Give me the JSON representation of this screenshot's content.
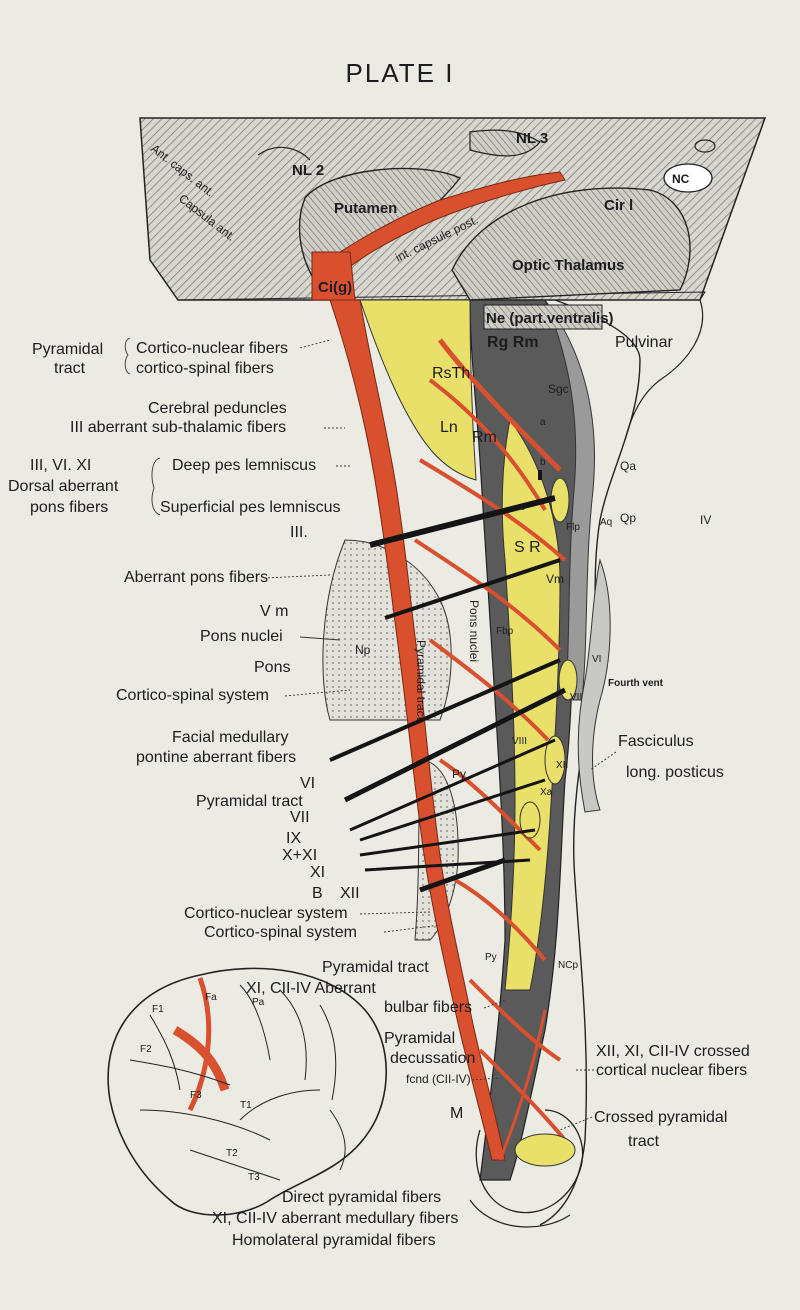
{
  "title": "PLATE I",
  "header_regions": {
    "nl3": "NL 3",
    "nl2": "NL 2",
    "nc": "NC",
    "putamen": "Putamen",
    "ant_capsule": "Ant. caps. ant.",
    "caps_ant": "Capsula ant.",
    "internal_capsule": "int. capsule post.",
    "cirl": "Cir l",
    "cig": "Ci(g)",
    "optic_thalamus": "Optic Thalamus",
    "pulvinar": "Pulvinar"
  },
  "left_labels": {
    "pyramidal_tract": "Pyramidal",
    "pyramidal_tract_2": "tract",
    "cortico_nuclear_fibers": "Cortico-nuclear fibers",
    "cortico_spinal_fibers": "cortico-spinal fibers",
    "cerebral_peduncles": "Cerebral peduncles",
    "aberrant_subthalamic": "III aberrant sub-thalamic fibers",
    "group_nums": "III, VI. XI",
    "dorsal_aberrant": "Dorsal aberrant",
    "pons_fibers": "pons fibers",
    "deep_pes": "Deep pes lemniscus",
    "superficial_pes": "Superficial pes lemniscus",
    "iii": "III.",
    "aberrant_pons": "Aberrant pons fibers",
    "vm": "V m",
    "pons_nuclei": "Pons nuclei",
    "pons": "Pons",
    "cortico_spinal_system": "Cortico-spinal system",
    "facial_medullary": "Facial medullary",
    "pontine_aberrant": "pontine aberrant fibers",
    "vi": "VI",
    "pyramidal_tract_mid": "Pyramidal tract",
    "vii": "VII",
    "ix": "IX",
    "xxi": "X+XI",
    "xi": "XI",
    "b": "B",
    "xii": "XII",
    "cortico_nuclear_system": "Cortico-nuclear system",
    "cortico_spinal_system_2": "Cortico-spinal system",
    "pyramidal_tract_low": "Pyramidal tract",
    "xi_aberrant": "XI, CII-IV Aberrant",
    "bulbar_fibers": "bulbar fibers",
    "pyramidal_decussation_1": "Pyramidal",
    "pyramidal_decussation_2": "decussation",
    "fcnd": "fcnd (CII-IV)",
    "m": "M",
    "direct_pyramidal": "Direct pyramidal fibers",
    "xi_medullary": "XI, CII-IV aberrant medullary fibers",
    "homolateral": "Homolateral pyramidal fibers"
  },
  "right_labels": {
    "qa": "Qa",
    "qp": "Qp",
    "iv": "IV",
    "fourth_vent": "Fourth vent",
    "fasciculus": "Fasciculus",
    "long_posticus": "long. posticus",
    "crossed_1": "XII, XI, CII-IV crossed",
    "crossed_2": "cortical nuclear fibers",
    "crossed_pyr_1": "Crossed pyramidal",
    "crossed_pyr_2": "tract"
  },
  "inner_labels": {
    "ne": "Ne (part.ventralis)",
    "rg_rm": "Rg Rm",
    "rsth": "RsTh",
    "sgc": "Sgc",
    "ln": "Ln",
    "rm": "Rm",
    "a": "a",
    "b_small": "b",
    "c": "c",
    "fip": "Flp",
    "sr": "S R",
    "aq": "Aq",
    "vm_small": "Vm",
    "np": "Np",
    "fp": "Fbp",
    "pyramidal_tract_vert": "Pyramidal tract",
    "pyramidal_nuclei_vert": "Pons nuclei",
    "py": "Py",
    "xa": "Xa",
    "xii_inner": "XII",
    "viii": "VIII",
    "vi_inner": "VI",
    "vii_inner": "VII",
    "nc_p": "NCp",
    "py2": "Py",
    "brain_f1": "F1",
    "brain_f2": "F2",
    "brain_f3": "F3",
    "brain_t1": "T1",
    "brain_t2": "T2",
    "brain_t3": "T3",
    "brain_fa": "Fa",
    "brain_pa": "Pa"
  },
  "colors": {
    "background": "#ecebe3",
    "pyramidal_red": "#d9502e",
    "lemniscus_yellow": "#e9e06a",
    "dark_gray": "#5a5a5a",
    "mid_gray": "#9a9a9a",
    "light_gray": "#c8c8c4",
    "black_fiber": "#141414"
  }
}
